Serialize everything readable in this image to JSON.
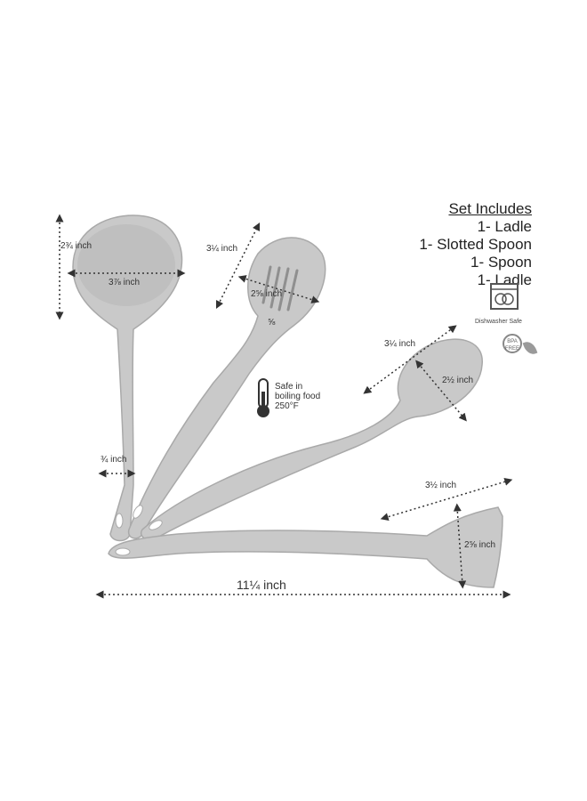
{
  "set_includes": {
    "title": "Set Includes",
    "items": [
      "1- Ladle",
      "1- Slotted Spoon",
      "1- Spoon",
      "1- Ladle"
    ]
  },
  "badges": {
    "dishwasher": "Dishwasher Safe",
    "bpa_line1": "BPA",
    "bpa_line2": "FREE"
  },
  "safety": {
    "line1": "Safe in",
    "line2": "boiling food",
    "line3": "250°F"
  },
  "dimensions": {
    "ladle_height": "2¾ inch",
    "ladle_width": "3⅞ inch",
    "slotted_length": "3¼ inch",
    "slotted_width": "2⅝ inch",
    "slot_width": "⅝",
    "spoon_length": "3¼ inch",
    "spoon_width": "2½ inch",
    "handle_width": "¾ inch",
    "turner_width": "3½ inch",
    "turner_height": "2⅝ inch",
    "overall_length": "11¼ inch"
  },
  "colors": {
    "utensil": "#c9c9c9",
    "utensil_shadow": "#a9a9a9",
    "dotted_line": "#333333"
  }
}
